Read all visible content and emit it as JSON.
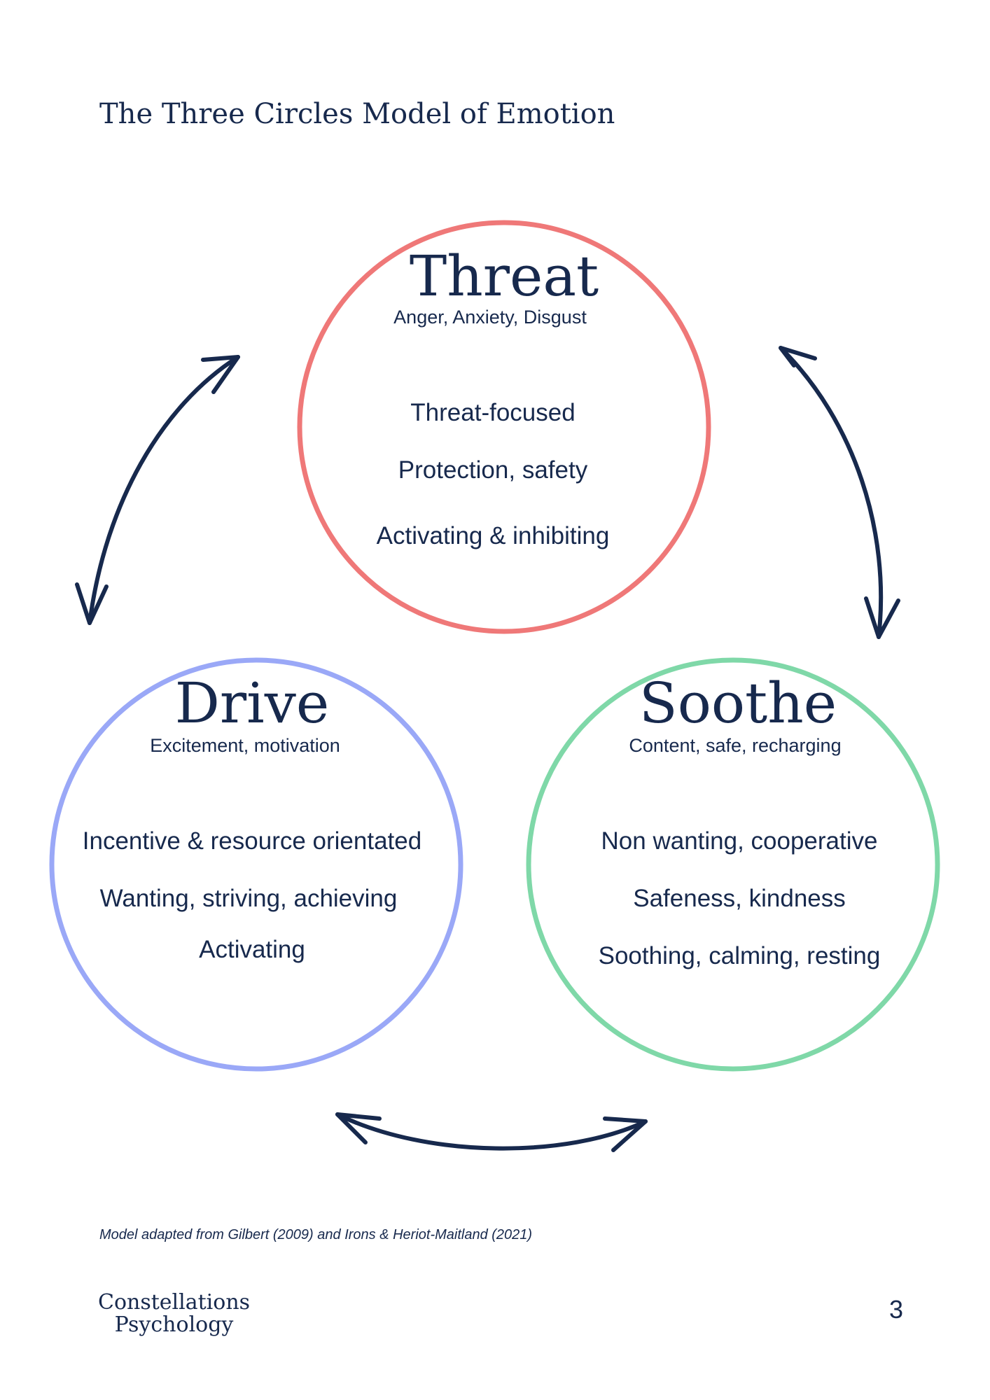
{
  "title": "The Three Circles Model of Emotion",
  "colors": {
    "threat": "#ef7878",
    "drive": "#9aa8f7",
    "soothe": "#7fd8a8",
    "arrow": "#17294d",
    "text": "#17294d"
  },
  "circles": {
    "threat": {
      "name": "Threat",
      "emotions": "Anger, Anxiety, Disgust",
      "lines": [
        "Threat-focused",
        "Protection, safety",
        "Activating & inhibiting"
      ]
    },
    "drive": {
      "name": "Drive",
      "emotions": "Excitement, motivation",
      "lines": [
        "Incentive & resource orientated",
        "Wanting, striving, achieving",
        "Activating"
      ]
    },
    "soothe": {
      "name": "Soothe",
      "emotions": "Content, safe, recharging",
      "lines": [
        "Non wanting, cooperative",
        "Safeness, kindness",
        "Soothing, calming, resting"
      ]
    }
  },
  "footnote": "Model adapted from Gilbert (2009) and Irons & Heriot-Maitland (2021)",
  "logo": {
    "line1": "Constellations",
    "line2": "Psychology"
  },
  "page_number": "3"
}
